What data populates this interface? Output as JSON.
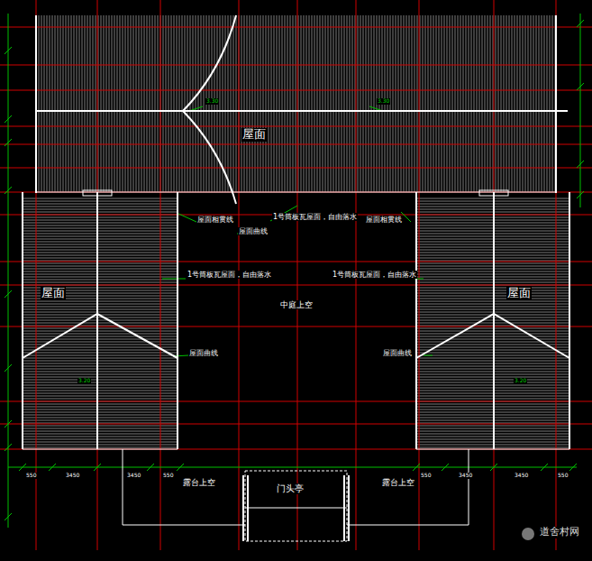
{
  "diagram": {
    "nodes": [
      {
        "text": [
          "屋面"
        ]
      },
      {
        "text": [
          "屋面"
        ]
      },
      {
        "text": [
          "屋面"
        ]
      },
      {
        "text": [
          "门头亭"
        ]
      }
    ],
    "labels": [
      "3.30",
      "3.30",
      "屋面相贯线",
      "屋面曲线",
      "1号筒板瓦屋面，自由落水",
      "屋面相贯线",
      "1号筒板瓦屋面，自由落水",
      "1号筒板瓦屋面，自由落水",
      "中庭上空",
      "3.20",
      "屋面曲线",
      "屋面曲线",
      "3.20",
      "550",
      "3450",
      "3450",
      "550",
      "550",
      "3450",
      "3450",
      "550",
      "露台上空",
      "露台上空",
      "道舍村网"
    ]
  }
}
